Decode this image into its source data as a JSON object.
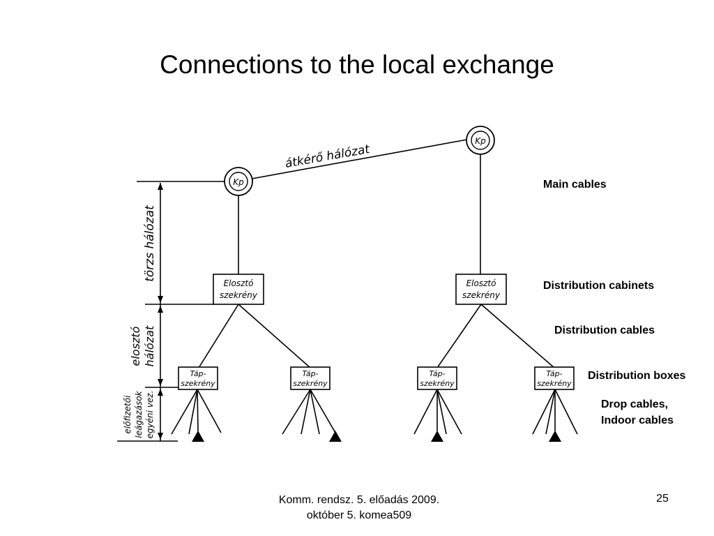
{
  "slide": {
    "title": "Connections to the local exchange",
    "footer_line1": "Komm. rendsz. 5. előadás 2009.",
    "footer_line2": "október 5.  komea509",
    "page_number": "25"
  },
  "diagram": {
    "exchange_label": "Kp",
    "junction_network_label": "átkérő hálózat",
    "trunk_network_label": "törzs hálózat",
    "distribution_network_label_line1": "elosztó",
    "distribution_network_label_line2": "hálózat",
    "subscriber_label_line1": "előfizetői",
    "subscriber_label_line2": "leágazások",
    "subscriber_label_line3": "egyéni vez.",
    "cabinet_label_line1": "Elosztó",
    "cabinet_label_line2": "szekrény",
    "box_label_line1": "Táp-",
    "box_label_line2": "szekrény"
  },
  "legend": {
    "main_cables": "Main cables",
    "distribution_cabinets": "Distribution cabinets",
    "distribution_cables": "Distribution cables",
    "distribution_boxes": "Distribution boxes",
    "drop_cables_line1": "Drop cables,",
    "drop_cables_line2": "Indoor cables"
  }
}
